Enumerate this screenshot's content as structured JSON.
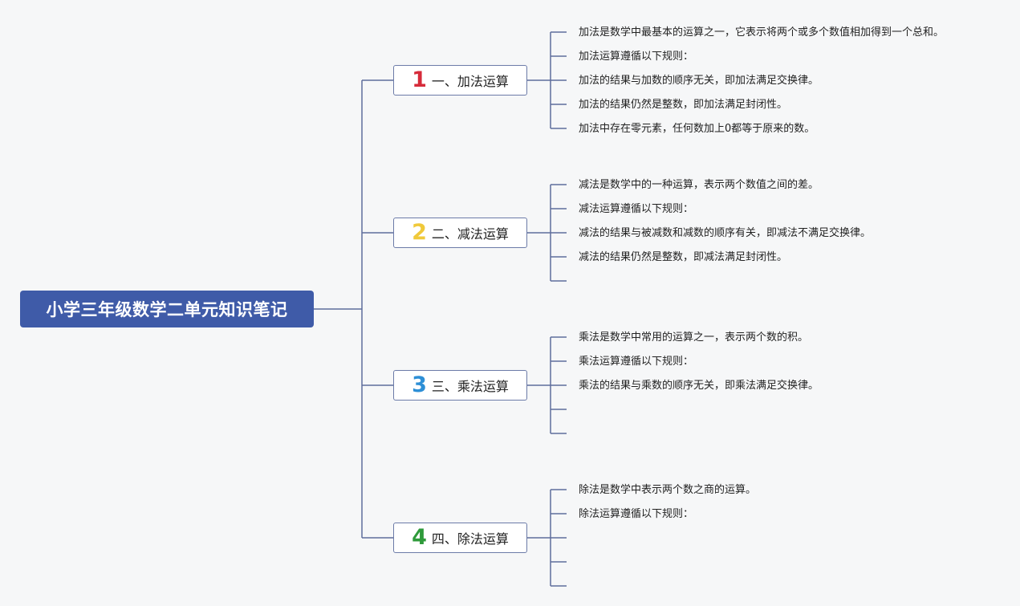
{
  "root": {
    "title": "小学三年级数学二单元知识笔记",
    "bg_color": "#3f5ba8"
  },
  "line_color": "#5f6e9c",
  "branches": [
    {
      "number": "1",
      "number_color": "#d62b3a",
      "label": "一、加法运算",
      "items": [
        "加法是数学中最基本的运算之一，它表示将两个或多个数值相加得到一个总和。",
        "加法运算遵循以下规则：",
        "加法的结果与加数的顺序无关，即加法满足交换律。",
        "加法的结果仍然是整数，即加法满足封闭性。",
        "加法中存在零元素，任何数加上0都等于原来的数。"
      ]
    },
    {
      "number": "2",
      "number_color": "#f0c93a",
      "label": "二、减法运算",
      "items": [
        "减法是数学中的一种运算，表示两个数值之间的差。",
        "减法运算遵循以下规则：",
        "减法的结果与被减数和减数的顺序有关，即减法不满足交换律。",
        "减法的结果仍然是整数，即减法满足封闭性。",
        ""
      ]
    },
    {
      "number": "3",
      "number_color": "#2d8fd6",
      "label": "三、乘法运算",
      "items": [
        "乘法是数学中常用的运算之一，表示两个数的积。",
        "乘法运算遵循以下规则：",
        "乘法的结果与乘数的顺序无关，即乘法满足交换律。",
        "",
        ""
      ]
    },
    {
      "number": "4",
      "number_color": "#2e9a3a",
      "label": "四、除法运算",
      "items": [
        "除法是数学中表示两个数之商的运算。",
        "除法运算遵循以下规则：",
        "",
        "",
        ""
      ]
    }
  ]
}
